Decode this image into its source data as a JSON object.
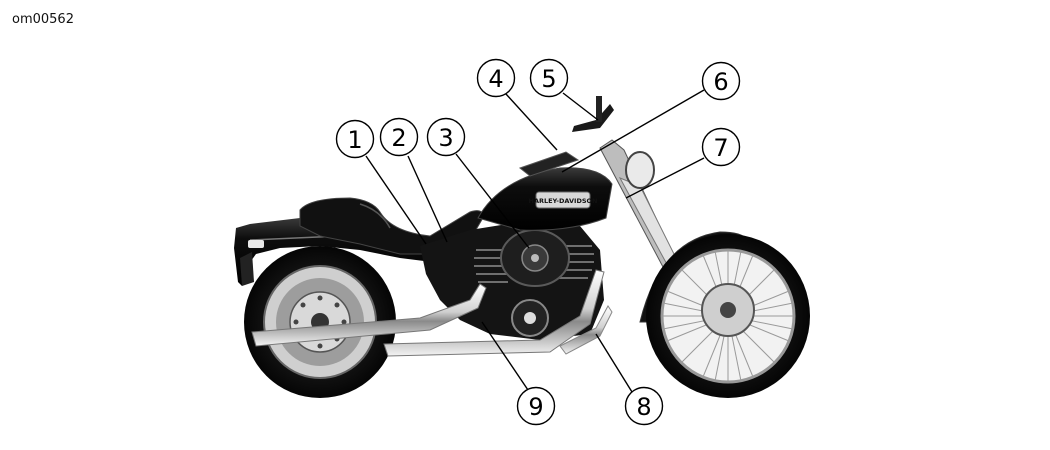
{
  "figure_id": "om00562",
  "callouts": [
    {
      "label": "1"
    },
    {
      "label": "2"
    },
    {
      "label": "3"
    },
    {
      "label": "4"
    },
    {
      "label": "5"
    },
    {
      "label": "6"
    },
    {
      "label": "7"
    },
    {
      "label": "8"
    },
    {
      "label": "9"
    }
  ],
  "tank_logo": "HARLEY-DAVIDSON"
}
